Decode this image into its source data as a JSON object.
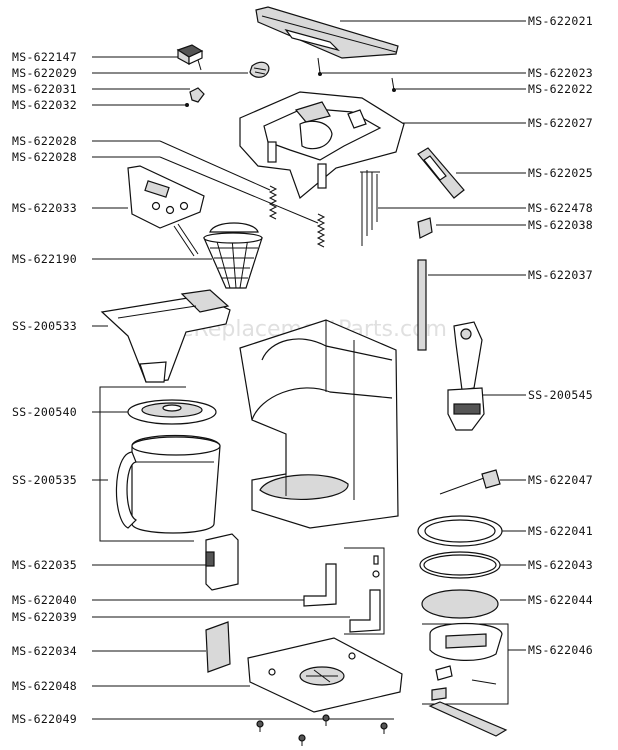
{
  "watermark": "eReplacementParts.com",
  "labels": {
    "MS_622021": "MS-622021",
    "MS_622147": "MS-622147",
    "MS_622029": "MS-622029",
    "MS_622023": "MS-622023",
    "MS_622031": "MS-622031",
    "MS_622022": "MS-622022",
    "MS_622032": "MS-622032",
    "MS_622027": "MS-622027",
    "MS_622028_a": "MS-622028",
    "MS_622028_b": "MS-622028",
    "MS_622025": "MS-622025",
    "MS_622033": "MS-622033",
    "MS_622478": "MS-622478",
    "MS_622038": "MS-622038",
    "MS_622190": "MS-622190",
    "MS_622037": "MS-622037",
    "SS_200533": "SS-200533",
    "SS_200545": "SS-200545",
    "SS_200540": "SS-200540",
    "SS_200535": "SS-200535",
    "MS_622047": "MS-622047",
    "MS_622041": "MS-622041",
    "MS_622035": "MS-622035",
    "MS_622043": "MS-622043",
    "MS_622040": "MS-622040",
    "MS_622044": "MS-622044",
    "MS_622039": "MS-622039",
    "MS_622034": "MS-622034",
    "MS_622046": "MS-622046",
    "MS_622048": "MS-622048",
    "MS_622049": "MS-622049"
  }
}
